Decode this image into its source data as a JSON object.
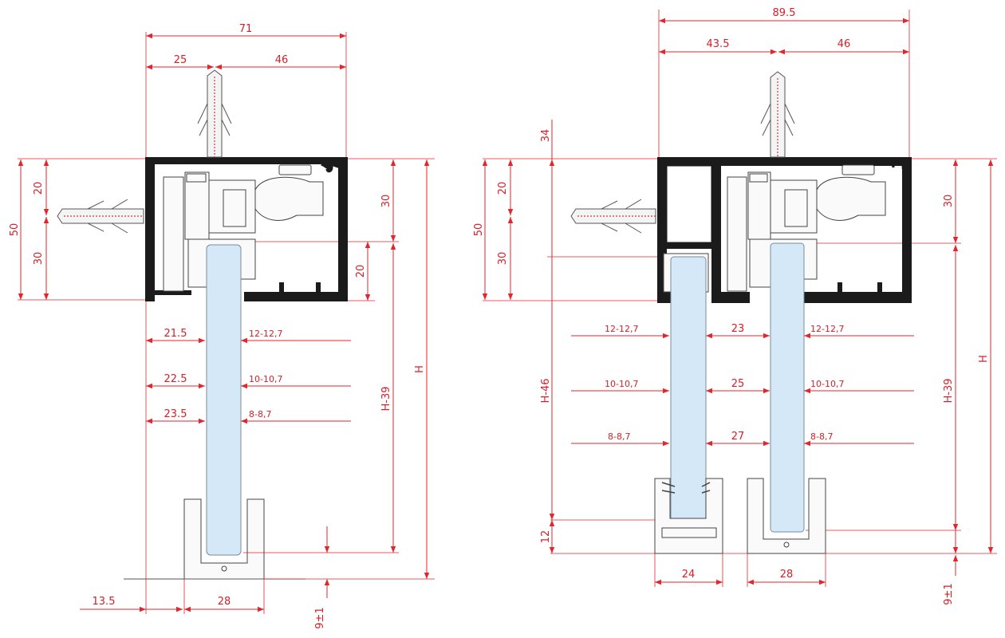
{
  "left_section": {
    "dimensions": {
      "total_width": "71",
      "wall_offset": "25",
      "right_part": "46",
      "height_profile": "50",
      "top_to_screw": "20",
      "screw_to_bottom": "30",
      "right_30": "30",
      "right_20": "20",
      "glass_12": "12-12,7",
      "glass_10": "10-10,7",
      "glass_8": "8-8,7",
      "offset_12": "21.5",
      "offset_10": "22.5",
      "offset_8": "23.5",
      "h": "H",
      "h_minus": "H-39",
      "bottom_offset": "13.5",
      "bottom_guide": "28",
      "floor_gap": "9±1"
    }
  },
  "right_section": {
    "dimensions": {
      "total_width": "89.5",
      "left_part": "43.5",
      "right_part": "46",
      "top_34": "34",
      "height_profile": "50",
      "top_to_screw": "20",
      "screw_to_bottom": "30",
      "right_30": "30",
      "glass_12_left": "12-12,7",
      "glass_10_left": "10-10,7",
      "glass_8_left": "8-8,7",
      "glass_12_right": "12-12,7",
      "glass_10_right": "10-10,7",
      "glass_8_right": "8-8,7",
      "gap_12": "23",
      "gap_10": "25",
      "gap_8": "27",
      "h_minus_46": "H-46",
      "h_minus_39": "H-39",
      "h": "H",
      "bottom_12": "12",
      "bottom_guide_left": "24",
      "bottom_guide_right": "28",
      "floor_gap": "9±1"
    }
  },
  "colors": {
    "dimension": "#e1262d",
    "profile": "#1b1b1b",
    "glass": "#d4e8f7"
  }
}
